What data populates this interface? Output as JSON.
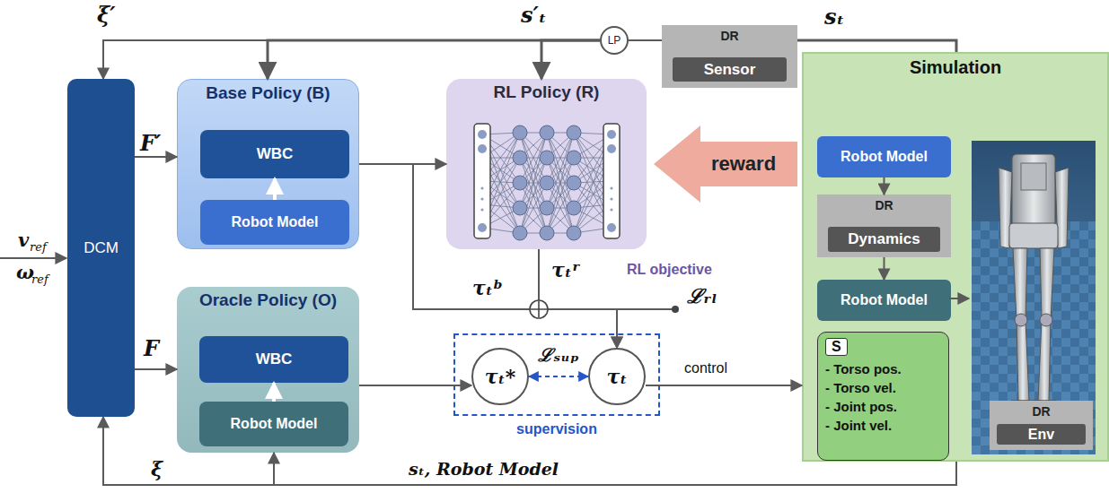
{
  "diagram": {
    "nodes": [
      {
        "text": [
          "DCM"
        ]
      },
      {
        "text": [
          "Base Policy (B)"
        ]
      },
      {
        "text": [
          "WBC"
        ],
        "in": 1
      },
      {
        "text": [
          "Robot Model"
        ],
        "in": 1
      },
      {
        "text": [
          "RL Policy (R)"
        ]
      },
      {
        "text": [
          "LP"
        ]
      },
      {
        "text": [
          "DR"
        ]
      },
      {
        "text": [
          "Sensor"
        ],
        "in": 6
      },
      {
        "text": [
          "reward"
        ]
      },
      {
        "text": [
          "Oracle Policy (O)"
        ]
      },
      {
        "text": [
          "WBC"
        ],
        "in": 9
      },
      {
        "text": [
          "Robot Model"
        ],
        "in": 9
      },
      {
        "text": [
          "supervision"
        ]
      },
      {
        "text": [
          "τₜ*"
        ],
        "in": 12
      },
      {
        "text": [
          "τₜ"
        ],
        "in": 12
      },
      {
        "text": [
          "Simulation"
        ]
      },
      {
        "text": [
          "Robot Model"
        ],
        "in": 15
      },
      {
        "text": [
          "DR"
        ],
        "in": 15
      },
      {
        "text": [
          "Dynamics"
        ],
        "in": 17
      },
      {
        "text": [
          "Robot Model"
        ],
        "in": 15
      },
      {
        "text": [
          "S",
          "- Torso pos.",
          "- Torso vel.",
          "- Joint pos.",
          "- Joint vel."
        ],
        "in": 15
      },
      {
        "text": [
          "DR"
        ],
        "in": 15
      },
      {
        "text": [
          "Env"
        ],
        "in": 21
      }
    ],
    "edges": [
      {
        "from": 0,
        "to": 1,
        "arrow": "to"
      },
      {
        "from": 0,
        "to": 9,
        "arrow": "to"
      },
      {
        "from": 1,
        "to": 4,
        "arrow": "to"
      },
      {
        "from": 5,
        "to": 0,
        "arrow": "to"
      },
      {
        "from": 5,
        "to": 1,
        "arrow": "to"
      },
      {
        "from": 5,
        "to": 4,
        "arrow": "to"
      },
      {
        "from": 6,
        "to": 5,
        "arrow": "none"
      },
      {
        "from": 15,
        "to": 6,
        "arrow": "none"
      },
      {
        "from": 15,
        "to": 0,
        "arrow": "to"
      },
      {
        "from": 15,
        "to": 9,
        "arrow": "to"
      },
      {
        "from": 9,
        "to": 13,
        "arrow": "to"
      },
      {
        "from": 13,
        "to": 14,
        "label": "ℒₛᵤₚ",
        "arrow": "both"
      },
      {
        "from": 1,
        "to": 14,
        "arrow": "to"
      },
      {
        "from": 4,
        "to": 14,
        "arrow": "to"
      },
      {
        "from": 14,
        "to": 15,
        "arrow": "to"
      },
      {
        "from": 16,
        "to": 17,
        "arrow": "to"
      },
      {
        "from": 17,
        "to": 19,
        "arrow": "to"
      },
      {
        "from": 3,
        "to": 2,
        "arrow": "to"
      },
      {
        "from": 11,
        "to": 10,
        "arrow": "to"
      }
    ],
    "labels": [
      "ξ′",
      "s′ₜ",
      "sₜ",
      "F′",
      "F",
      "v",
      "ref",
      "ω",
      "ref",
      "τₜᵇ",
      "τₜʳ",
      "RL objective",
      "ℒᵣₗ",
      "control",
      "ξ",
      "sₜ, Robot Model"
    ]
  }
}
